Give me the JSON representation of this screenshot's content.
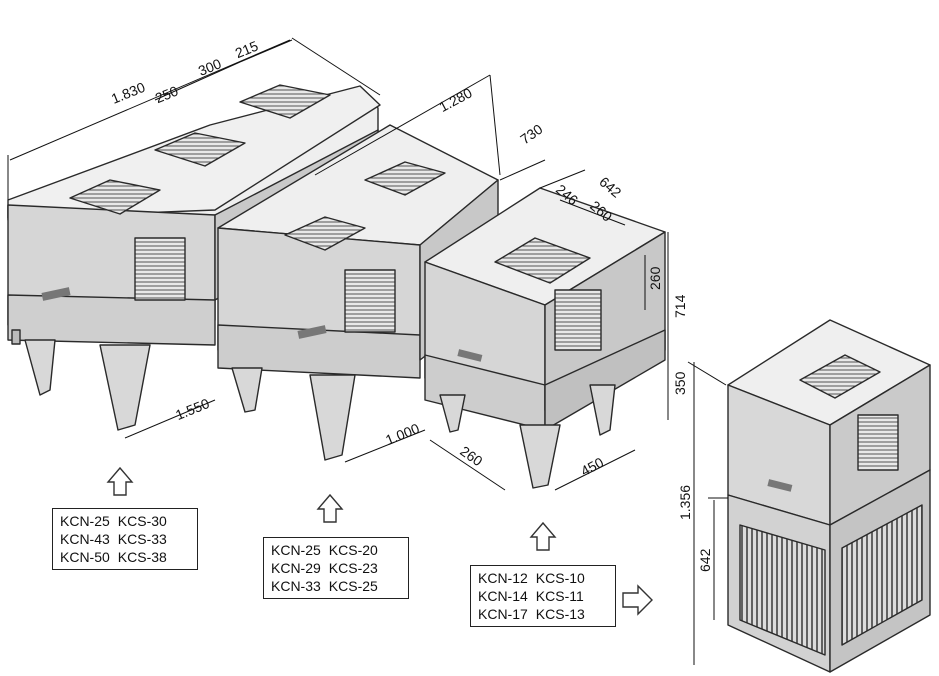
{
  "units": {
    "large": {
      "dims": {
        "length": "1.830",
        "module_a": "250",
        "module_b": "300",
        "module_c": "215",
        "depth": "1.550"
      },
      "models": [
        [
          "KCN-25",
          "KCS-30"
        ],
        [
          "KCN-43",
          "KCS-33"
        ],
        [
          "KCN-50",
          "KCS-38"
        ]
      ]
    },
    "medium": {
      "dims": {
        "length": "1.280",
        "depth": "1.000"
      },
      "models": [
        [
          "KCN-25",
          "KCS-20"
        ],
        [
          "KCN-29",
          "KCS-23"
        ],
        [
          "KCN-33",
          "KCS-25"
        ]
      ]
    },
    "small": {
      "dims": {
        "width": "730",
        "top_width": "642",
        "grille_a": "246",
        "grille_b": "260",
        "grille_h": "260",
        "body_h": "714",
        "leg_h": "350",
        "leg_a": "260",
        "leg_b": "450"
      },
      "models": [
        [
          "KCN-12",
          "KCS-10"
        ],
        [
          "KCN-14",
          "KCS-11"
        ],
        [
          "KCN-17",
          "KCS-13"
        ]
      ]
    },
    "tall": {
      "dims": {
        "total_h": "1.356",
        "base_h": "642"
      }
    }
  },
  "colors": {
    "line": "#2a2a2a",
    "fill_light": "#eeeeee",
    "fill_mid": "#d4d4d4",
    "fill_dark": "#bdbdbd"
  }
}
